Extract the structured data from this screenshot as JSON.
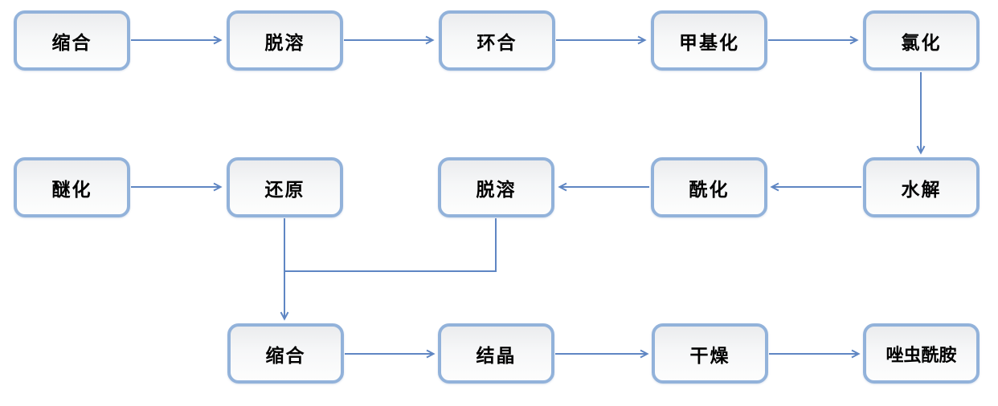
{
  "diagram": {
    "type": "process-flowchart",
    "colors": {
      "box_border": "#92b2da",
      "box_fill_top": "#ebecee",
      "box_fill_bottom": "#fdfdfd",
      "arrow": "#5f86c3",
      "text": "#000000",
      "background": "#ffffff"
    }
  },
  "nodes": [
    {
      "id": "condensation-1",
      "label": "缩合"
    },
    {
      "id": "desolvation-1",
      "label": "脱溶"
    },
    {
      "id": "cyclization",
      "label": "环合"
    },
    {
      "id": "methylation",
      "label": "甲基化"
    },
    {
      "id": "chlorination",
      "label": "氯化"
    },
    {
      "id": "etherification",
      "label": "醚化"
    },
    {
      "id": "reduction",
      "label": "还原"
    },
    {
      "id": "desolvation-2",
      "label": "脱溶"
    },
    {
      "id": "acylation",
      "label": "酰化"
    },
    {
      "id": "hydrolysis",
      "label": "水解"
    },
    {
      "id": "condensation-2",
      "label": "缩合"
    },
    {
      "id": "crystallization",
      "label": "结晶"
    },
    {
      "id": "drying",
      "label": "干燥"
    },
    {
      "id": "tolfenpyrad",
      "label": "唑虫酰胺"
    }
  ],
  "edges": [
    {
      "from": "condensation-1",
      "to": "desolvation-1"
    },
    {
      "from": "desolvation-1",
      "to": "cyclization"
    },
    {
      "from": "cyclization",
      "to": "methylation"
    },
    {
      "from": "methylation",
      "to": "chlorination"
    },
    {
      "from": "chlorination",
      "to": "hydrolysis"
    },
    {
      "from": "hydrolysis",
      "to": "acylation"
    },
    {
      "from": "acylation",
      "to": "desolvation-2"
    },
    {
      "from": "etherification",
      "to": "reduction"
    },
    {
      "from": "reduction",
      "to": "condensation-2"
    },
    {
      "from": "desolvation-2",
      "to": "condensation-2"
    },
    {
      "from": "condensation-2",
      "to": "crystallization"
    },
    {
      "from": "crystallization",
      "to": "drying"
    },
    {
      "from": "drying",
      "to": "tolfenpyrad"
    }
  ]
}
